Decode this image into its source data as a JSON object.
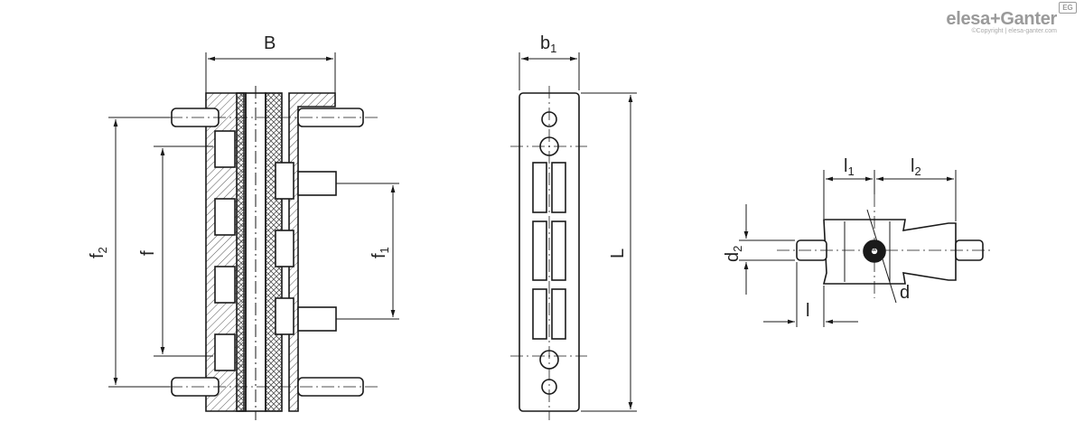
{
  "brand": {
    "name": "elesa+Ganter",
    "copyright": "©Copyright | elesa-ganter.com",
    "badge": "EG"
  },
  "dimensions": {
    "B": "B",
    "b1": "b",
    "b1_sub": "1",
    "L": "L",
    "f": "f",
    "f1": "f",
    "f1_sub": "1",
    "f2": "f",
    "f2_sub": "2",
    "l": "l",
    "l1": "l",
    "l1_sub": "1",
    "l2": "l",
    "l2_sub": "2",
    "d": "d",
    "d2": "d",
    "d2_sub": "2"
  },
  "colors": {
    "line": "#1a1a1a",
    "hatch": "#555555"
  }
}
